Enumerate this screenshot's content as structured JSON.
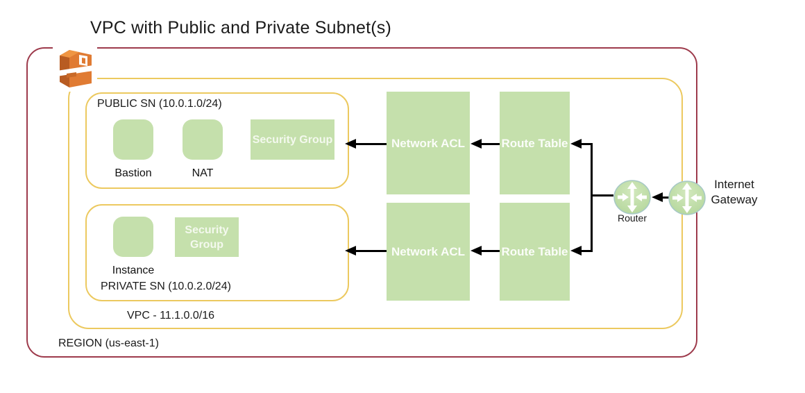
{
  "diagram": {
    "title": "VPC with Public and Private Subnet(s)"
  },
  "region": {
    "label": "REGION (us-east-1)"
  },
  "vpc": {
    "label": "VPC - 11.1.0.0/16"
  },
  "subnets": {
    "public": {
      "label": "PUBLIC SN (10.0.1.0/24)",
      "instances": [
        {
          "label": "Bastion"
        },
        {
          "label": "NAT"
        }
      ],
      "security_group_label": "Security Group",
      "network_acl_label": "Network ACL",
      "route_table_label": "Route Table"
    },
    "private": {
      "label": "PRIVATE SN (10.0.2.0/24)",
      "instances": [
        {
          "label": "Instance"
        }
      ],
      "security_group_label": "Security Group",
      "network_acl_label": "Network ACL",
      "route_table_label": "Route Table"
    }
  },
  "gateway": {
    "router_label": "Router",
    "internet_gateway_label": "Internet Gateway"
  },
  "icons": {
    "aws_vpc": "aws-vpc-icon",
    "router": "router-icon",
    "internet_gateway": "internet-gateway-icon"
  },
  "colors": {
    "node_green": "#c5e0ac",
    "subnet_border": "#ecc95f",
    "region_border": "#9d3a4b",
    "connector": "#000000",
    "aws_orange": "#e07b33",
    "node_text": "#ffffff",
    "label_text": "#111111"
  }
}
